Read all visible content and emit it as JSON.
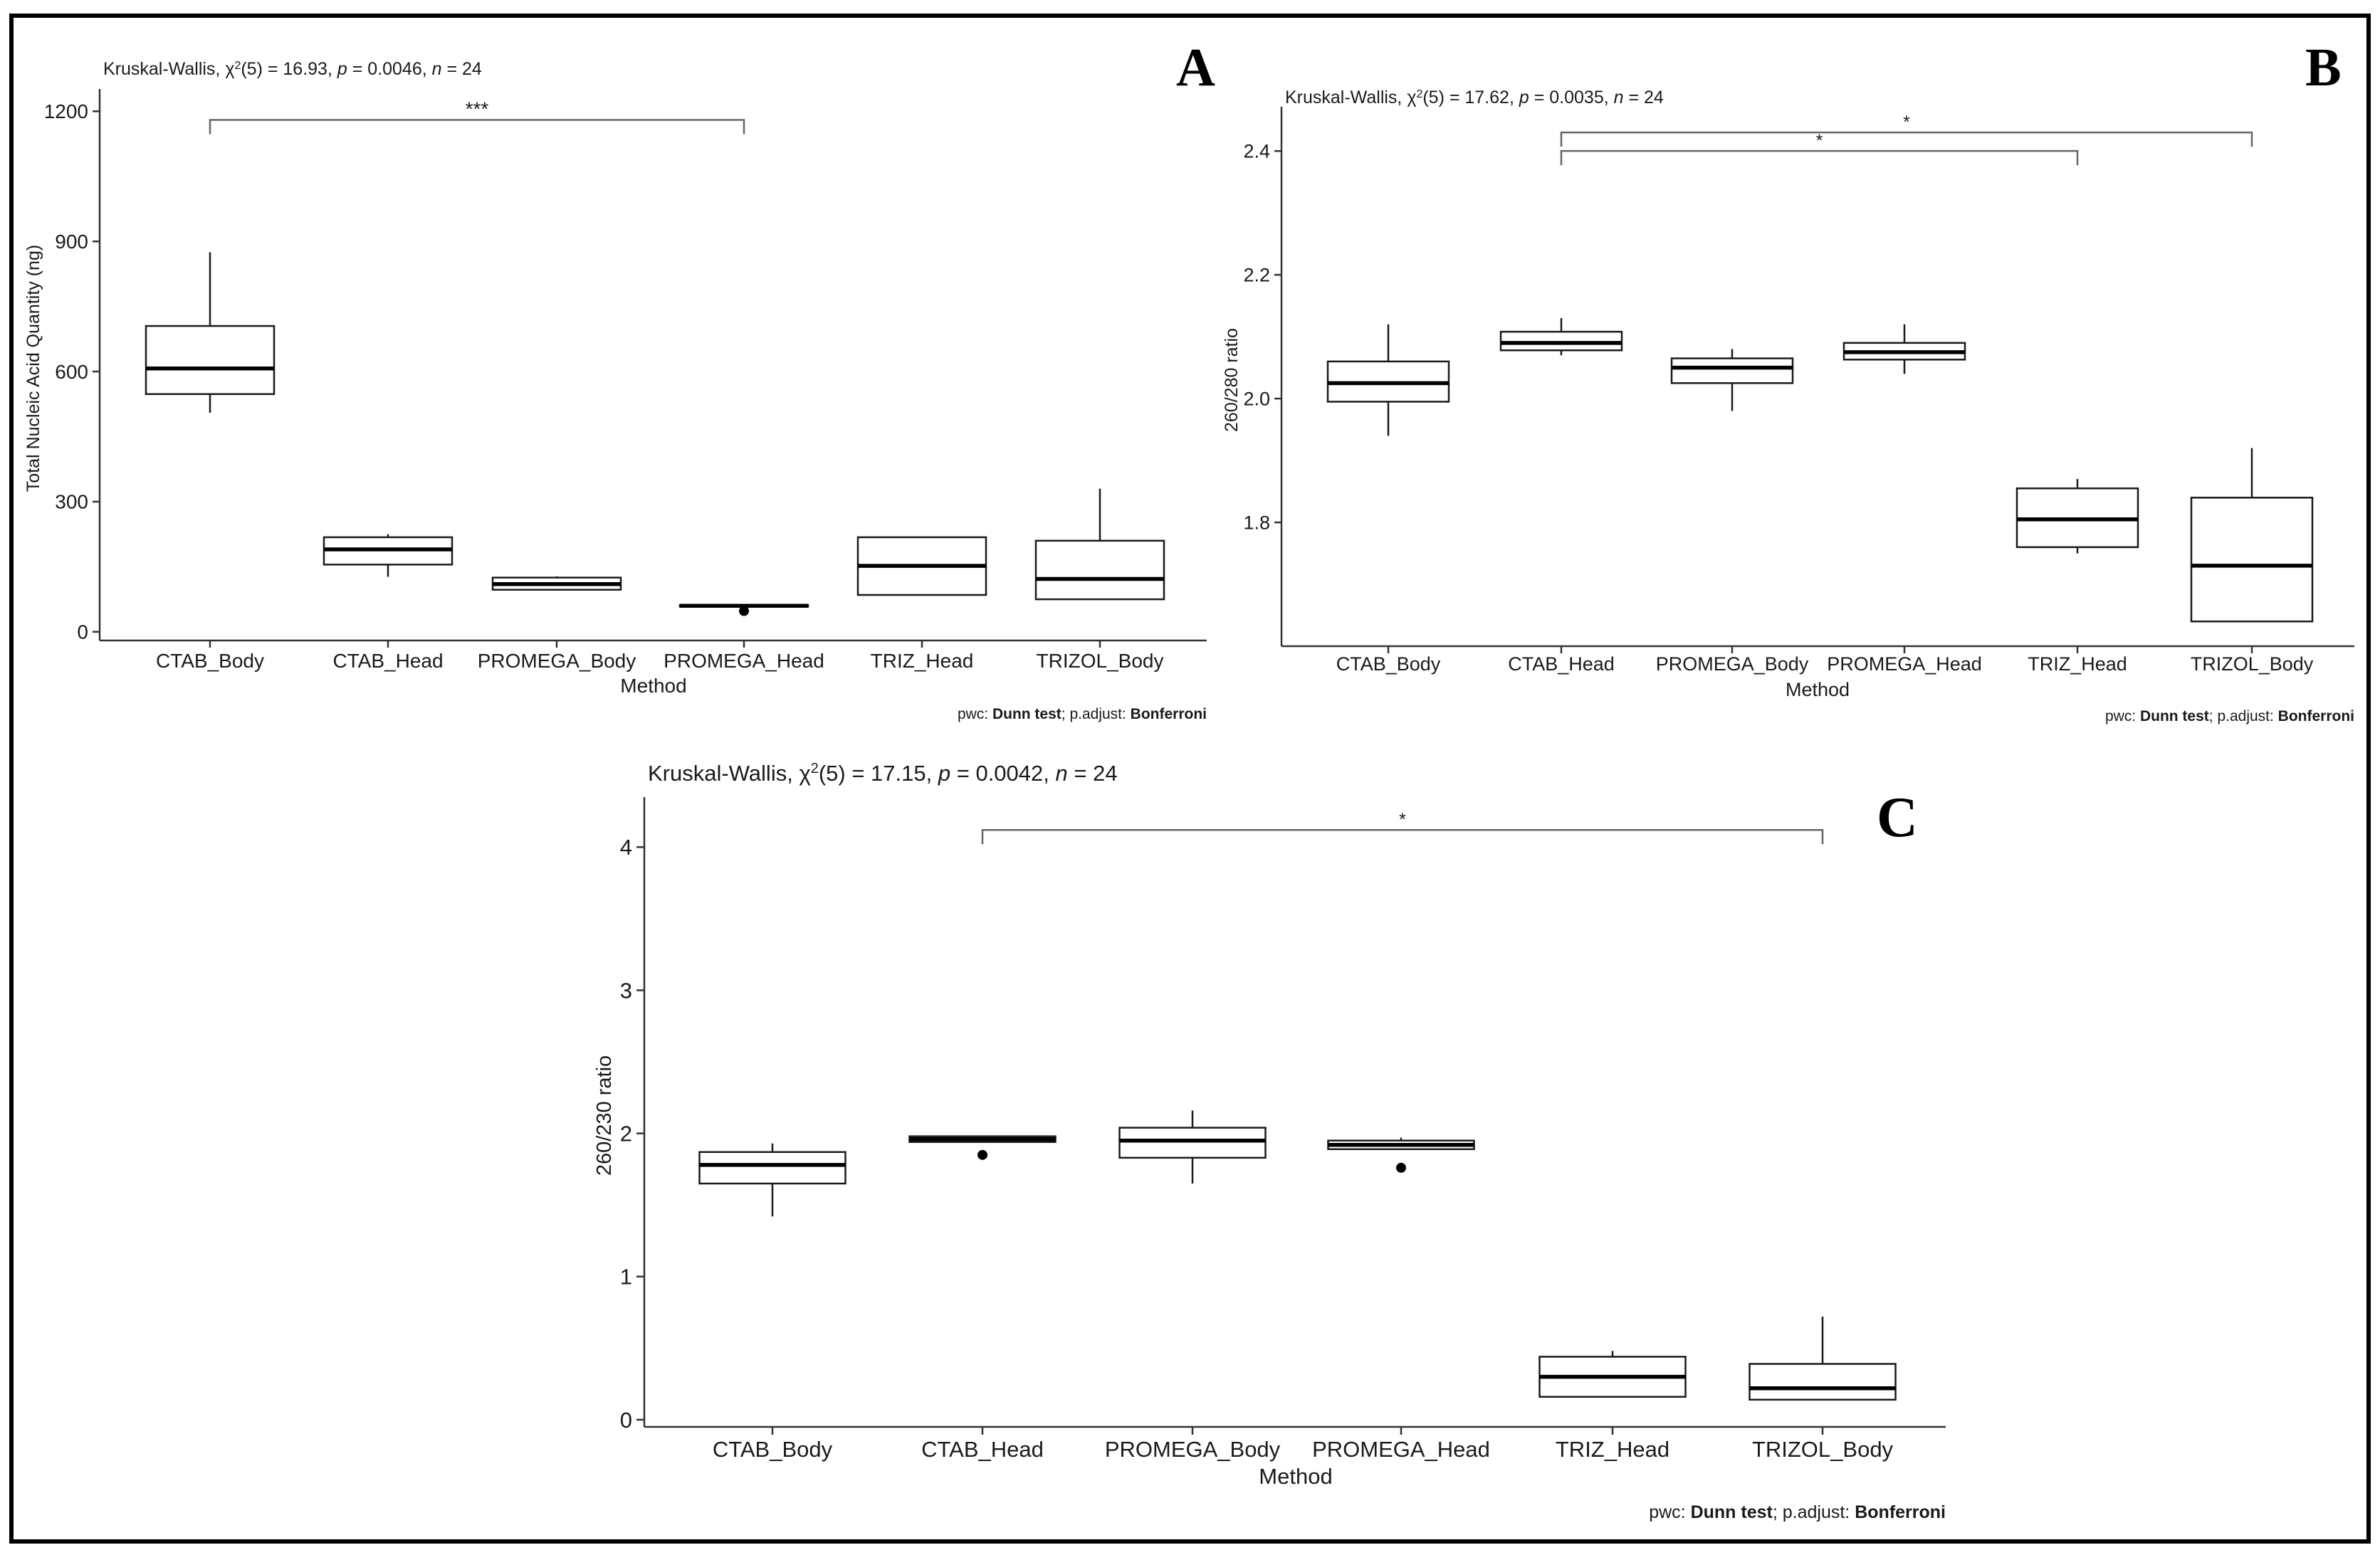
{
  "figure": {
    "panel_labels": [
      "A",
      "B",
      "C"
    ]
  },
  "chart_data": [
    {
      "panel": "A",
      "type": "box",
      "title": "Kruskal-Wallis, χ²(5) = 16.93, p = 0.0046, n = 24",
      "title_parts": {
        "prefix": "Kruskal-Wallis, ",
        "chi": "χ",
        "sup": "2",
        "df": "(5) = 16.93, ",
        "p": "p",
        "p_val": " = 0.0046, ",
        "n": "n",
        "n_val": " = 24"
      },
      "xlabel": "Method",
      "ylabel": "Total Nucleic Acid Quantity (ng)",
      "caption": {
        "prefix": "pwc: ",
        "test": "Dunn test",
        "mid": "; p.adjust: ",
        "adjust": "Bonferroni"
      },
      "categories": [
        "CTAB_Body",
        "CTAB_Head",
        "PROMEGA_Body",
        "PROMEGA_Head",
        "TRIZ_Head",
        "TRIZOL_Body"
      ],
      "ylim": [
        -20,
        1235
      ],
      "yticks": [
        0,
        300,
        600,
        900,
        1200
      ],
      "ytick_labels": [
        "0",
        "300",
        "600",
        "900",
        "1200"
      ],
      "boxes": [
        {
          "category": "CTAB_Body",
          "low": 505,
          "q1": 548,
          "median": 607,
          "q3": 705,
          "high": 875,
          "outliers": []
        },
        {
          "category": "CTAB_Head",
          "low": 127,
          "q1": 155,
          "median": 190,
          "q3": 218,
          "high": 225,
          "outliers": []
        },
        {
          "category": "PROMEGA_Body",
          "low": 95,
          "q1": 97,
          "median": 110,
          "q3": 125,
          "high": 128,
          "outliers": []
        },
        {
          "category": "PROMEGA_Head",
          "low": 58,
          "q1": 58,
          "median": 60,
          "q3": 62,
          "high": 62,
          "outliers": [
            48
          ]
        },
        {
          "category": "TRIZ_Head",
          "low": 85,
          "q1": 85,
          "median": 152,
          "q3": 218,
          "high": 220,
          "outliers": []
        },
        {
          "category": "TRIZOL_Body",
          "low": 75,
          "q1": 75,
          "median": 122,
          "q3": 210,
          "high": 330,
          "outliers": []
        }
      ],
      "comparisons": [
        {
          "from": "CTAB_Body",
          "to": "PROMEGA_Head",
          "y": 1180,
          "label": "***"
        }
      ]
    },
    {
      "panel": "B",
      "type": "box",
      "title": "Kruskal-Wallis, χ²(5) = 17.62, p = 0.0035, n = 24",
      "title_parts": {
        "prefix": "Kruskal-Wallis, ",
        "chi": "χ",
        "sup": "2",
        "df": "(5) = 17.62, ",
        "p": "p",
        "p_val": " = 0.0035, ",
        "n": "n",
        "n_val": " = 24"
      },
      "xlabel": "Method",
      "ylabel": "260/280 ratio",
      "caption": {
        "prefix": "pwc: ",
        "test": "Dunn test",
        "mid": "; p.adjust: ",
        "adjust": "Bonferroni"
      },
      "categories": [
        "CTAB_Body",
        "CTAB_Head",
        "PROMEGA_Body",
        "PROMEGA_Head",
        "TRIZ_Head",
        "TRIZOL_Body"
      ],
      "ylim": [
        1.6,
        2.46
      ],
      "yticks": [
        1.8,
        2.0,
        2.2,
        2.4
      ],
      "ytick_labels": [
        "1.8",
        "2.0",
        "2.2",
        "2.4"
      ],
      "boxes": [
        {
          "category": "CTAB_Body",
          "low": 1.94,
          "q1": 1.995,
          "median": 2.025,
          "q3": 2.06,
          "high": 2.12,
          "outliers": []
        },
        {
          "category": "CTAB_Head",
          "low": 2.07,
          "q1": 2.078,
          "median": 2.09,
          "q3": 2.108,
          "high": 2.13,
          "outliers": []
        },
        {
          "category": "PROMEGA_Body",
          "low": 1.98,
          "q1": 2.025,
          "median": 2.05,
          "q3": 2.065,
          "high": 2.08,
          "outliers": []
        },
        {
          "category": "PROMEGA_Head",
          "low": 2.04,
          "q1": 2.063,
          "median": 2.075,
          "q3": 2.09,
          "high": 2.12,
          "outliers": []
        },
        {
          "category": "TRIZ_Head",
          "low": 1.75,
          "q1": 1.76,
          "median": 1.805,
          "q3": 1.855,
          "high": 1.87,
          "outliers": []
        },
        {
          "category": "TRIZOL_Body",
          "low": 1.64,
          "q1": 1.64,
          "median": 1.73,
          "q3": 1.84,
          "high": 1.92,
          "outliers": []
        }
      ],
      "comparisons": [
        {
          "from": "CTAB_Head",
          "to": "TRIZOL_Body",
          "y": 2.43,
          "label": "*"
        },
        {
          "from": "CTAB_Head",
          "to": "TRIZ_Head",
          "y": 2.4,
          "label": "*"
        }
      ]
    },
    {
      "panel": "C",
      "type": "box",
      "title": "Kruskal-Wallis, χ²(5) = 17.15, p = 0.0042, n = 24",
      "title_parts": {
        "prefix": "Kruskal-Wallis, ",
        "chi": "χ",
        "sup": "2",
        "df": "(5) = 17.15, ",
        "p": "p",
        "p_val": " = 0.0042, ",
        "n": "n",
        "n_val": " = 24"
      },
      "xlabel": "Method",
      "ylabel": "260/230 ratio",
      "caption": {
        "prefix": "pwc: ",
        "test": "Dunn test",
        "mid": "; p.adjust: ",
        "adjust": "Bonferroni"
      },
      "categories": [
        "CTAB_Body",
        "CTAB_Head",
        "PROMEGA_Body",
        "PROMEGA_Head",
        "TRIZ_Head",
        "TRIZOL_Body"
      ],
      "ylim": [
        -0.05,
        4.3
      ],
      "yticks": [
        0,
        1,
        2,
        3,
        4
      ],
      "ytick_labels": [
        "0",
        "1",
        "2",
        "3",
        "4"
      ],
      "boxes": [
        {
          "category": "CTAB_Body",
          "low": 1.42,
          "q1": 1.65,
          "median": 1.78,
          "q3": 1.87,
          "high": 1.93,
          "outliers": []
        },
        {
          "category": "CTAB_Head",
          "low": 1.94,
          "q1": 1.94,
          "median": 1.96,
          "q3": 1.98,
          "high": 1.98,
          "outliers": [
            1.85
          ]
        },
        {
          "category": "PROMEGA_Body",
          "low": 1.65,
          "q1": 1.83,
          "median": 1.95,
          "q3": 2.04,
          "high": 2.16,
          "outliers": []
        },
        {
          "category": "PROMEGA_Head",
          "low": 1.89,
          "q1": 1.89,
          "median": 1.92,
          "q3": 1.95,
          "high": 1.97,
          "outliers": [
            1.76
          ]
        },
        {
          "category": "TRIZ_Head",
          "low": 0.16,
          "q1": 0.16,
          "median": 0.3,
          "q3": 0.44,
          "high": 0.48,
          "outliers": []
        },
        {
          "category": "TRIZOL_Body",
          "low": 0.14,
          "q1": 0.14,
          "median": 0.22,
          "q3": 0.39,
          "high": 0.72,
          "outliers": []
        }
      ],
      "comparisons": [
        {
          "from": "CTAB_Head",
          "to": "TRIZOL_Body",
          "y": 4.12,
          "label": "*"
        }
      ]
    }
  ]
}
